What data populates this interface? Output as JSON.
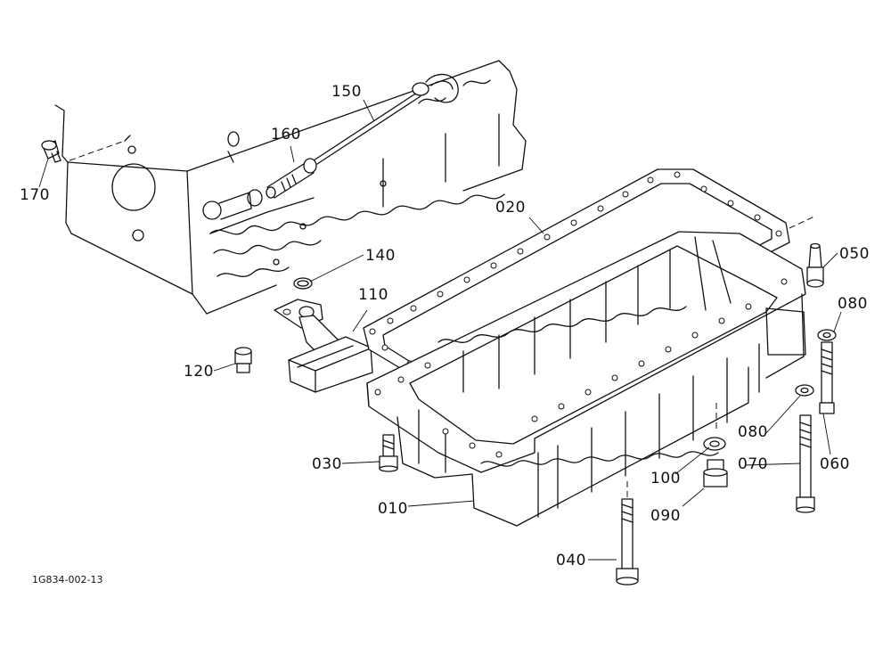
{
  "diagram": {
    "doc_code": "1G834-002-13",
    "parts": [
      {
        "id": "150",
        "label": "150"
      },
      {
        "id": "160",
        "label": "160"
      },
      {
        "id": "170",
        "label": "170"
      },
      {
        "id": "020",
        "label": "020"
      },
      {
        "id": "140",
        "label": "140"
      },
      {
        "id": "110",
        "label": "110"
      },
      {
        "id": "120",
        "label": "120"
      },
      {
        "id": "050",
        "label": "050"
      },
      {
        "id": "080a",
        "label": "080"
      },
      {
        "id": "080b",
        "label": "080"
      },
      {
        "id": "030",
        "label": "030"
      },
      {
        "id": "100",
        "label": "100"
      },
      {
        "id": "070",
        "label": "070"
      },
      {
        "id": "060",
        "label": "060"
      },
      {
        "id": "010",
        "label": "010"
      },
      {
        "id": "090",
        "label": "090"
      },
      {
        "id": "040",
        "label": "040"
      }
    ]
  }
}
